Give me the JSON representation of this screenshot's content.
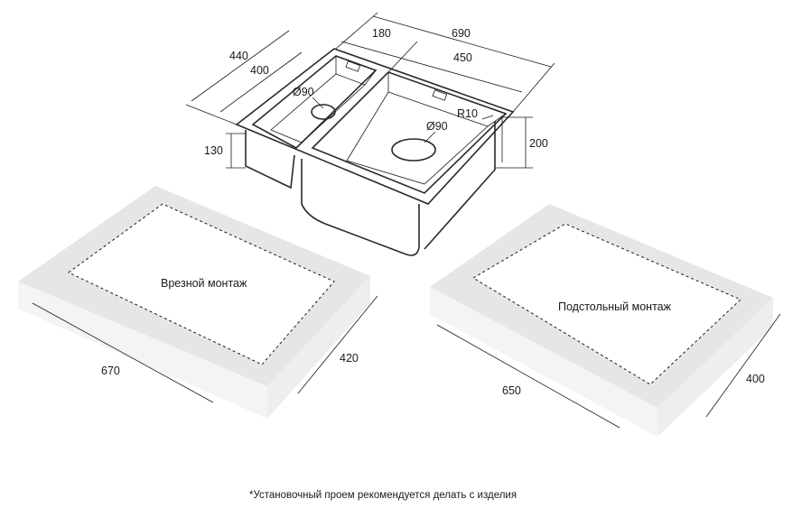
{
  "sink": {
    "dim_total_width": "690",
    "dim_small_bowl_width": "180",
    "dim_large_bowl_width": "450",
    "dim_total_depth": "440",
    "dim_bowl_depth": "400",
    "dim_small_bowl_height": "130",
    "dim_large_bowl_height": "200",
    "drain_small": "Ø90",
    "drain_large": "Ø90",
    "corner_radius": "R10"
  },
  "cutout_inset": {
    "label": "Врезной монтаж",
    "dim_width": "670",
    "dim_depth": "420"
  },
  "cutout_undermount": {
    "label": "Подстольный монтаж",
    "dim_width": "650",
    "dim_depth": "400"
  },
  "footnote": "*Установочный проем рекомендуется делать с изделия"
}
